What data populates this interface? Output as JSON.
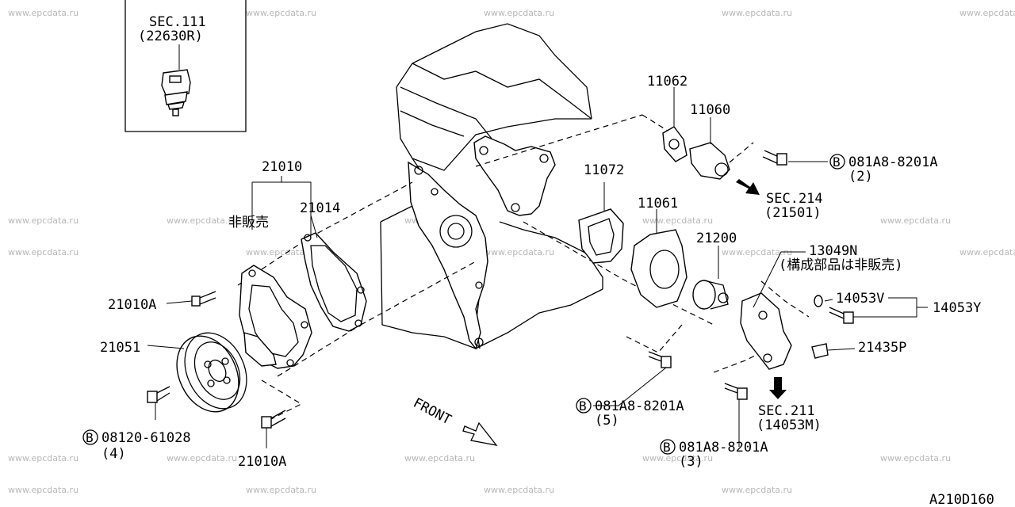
{
  "watermark": "www.epcdata.ru",
  "diagram_code": "A210D160",
  "inset": {
    "title": "SEC.111",
    "part": "(22630R)"
  },
  "labels": {
    "p21010": "21010",
    "not_sold": "非販売",
    "p21014": "21014",
    "p21010A_top": "21010A",
    "p21051": "21051",
    "bolt_08120": "08120-61028",
    "bolt_08120_qty": "(4)",
    "p21010A_bottom": "21010A",
    "front": "FRONT",
    "p11062": "11062",
    "p11060": "11060",
    "bolt_081A8_a": "081A8-8201A",
    "bolt_081A8_a_qty": "(2)",
    "sec214": "SEC.214",
    "sec214_part": "(21501)",
    "p11072": "11072",
    "p11061": "11061",
    "p21200": "21200",
    "p13049N": "13049N",
    "p13049N_note": "(構成部品は非販売)",
    "p14053V": "14053V",
    "p14053Y": "14053Y",
    "p21435P": "21435P",
    "bolt_081A8_b": "081A8-8201A",
    "bolt_081A8_b_qty": "(5)",
    "sec211": "SEC.211",
    "sec211_part": "(14053M)",
    "bolt_081A8_c": "081A8-8201A",
    "bolt_081A8_c_qty": "(3)",
    "bolt_symbol": "B"
  }
}
